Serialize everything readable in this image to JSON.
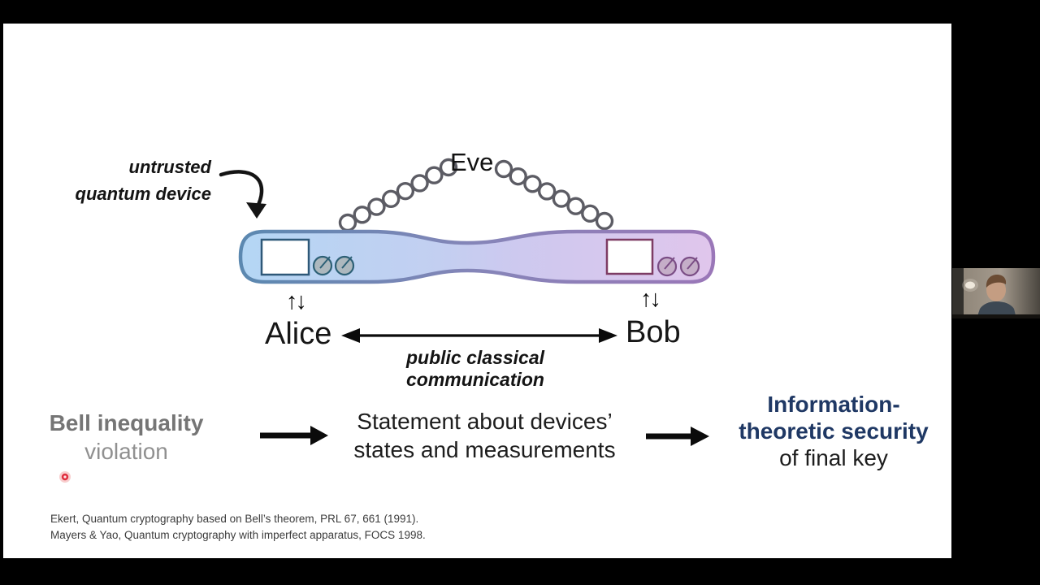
{
  "slide": {
    "diagram": {
      "eve_label": "Eve",
      "untrusted_label_line1": "untrusted",
      "untrusted_label_line2": "quantum device",
      "alice_updown": "↑↓",
      "bob_updown": "↑↓",
      "alice_label": "Alice",
      "bob_label": "Bob",
      "public_channel_label": "public classical communication"
    },
    "flow": {
      "step1_line1": "Bell inequality",
      "step1_line2": "violation",
      "step2_line1": "Statement about devices’",
      "step2_line2": "states and measurements",
      "step3_line1": "Information-",
      "step3_line2": "theoretic security",
      "step3_line3": "of final key"
    },
    "references": [
      "Ekert, Quantum cryptography based on Bell’s theorem, PRL 67, 661 (1991).",
      "Mayers & Yao, Quantum cryptography with imperfect apparatus, FOCS 1998."
    ],
    "colors": {
      "device_blue": "#b4d6f4",
      "device_lavender": "#c9c9ef",
      "device_purple": "#e0c6ec",
      "device_stroke_blue": "#5b88b0",
      "device_stroke_purple": "#9a77b8",
      "security_navy": "#1f3864",
      "bell_gray": "#757575",
      "spring_gray": "#5c5c64",
      "laser_red": "#e03040"
    }
  }
}
